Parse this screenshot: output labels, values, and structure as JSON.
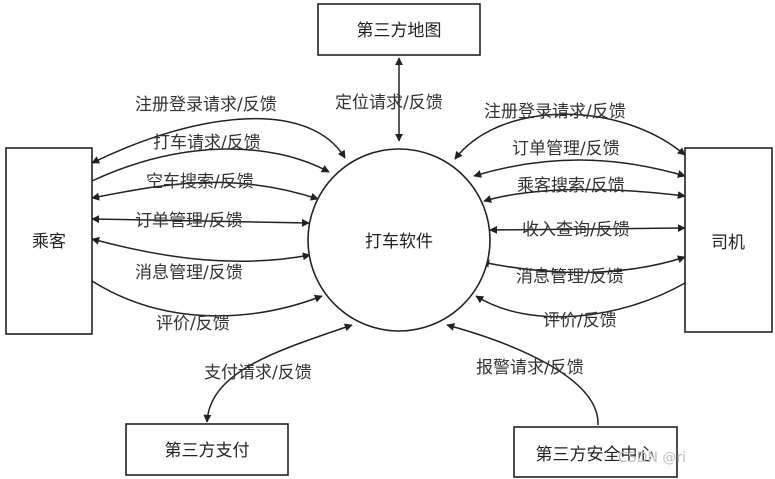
{
  "nodes": {
    "center": "打车软件",
    "passenger": "乘客",
    "driver": "司机",
    "map": "第三方地图",
    "payment": "第三方支付",
    "security": "第三方安全中心"
  },
  "edges": {
    "map": "定位请求/反馈",
    "payment": "支付请求/反馈",
    "security": "报警请求/反馈"
  },
  "passenger_edges": [
    "注册登录请求/反馈",
    "打车请求/反馈",
    "空车搜索/反馈",
    "订单管理/反馈",
    "消息管理/反馈",
    "评价/反馈"
  ],
  "driver_edges": [
    "注册登录请求/反馈",
    "订单管理/反馈",
    "乘客搜索/反馈",
    "收入查询/反馈",
    "消息管理/反馈",
    "评价/反馈"
  ],
  "watermark": "CSDN @ri"
}
